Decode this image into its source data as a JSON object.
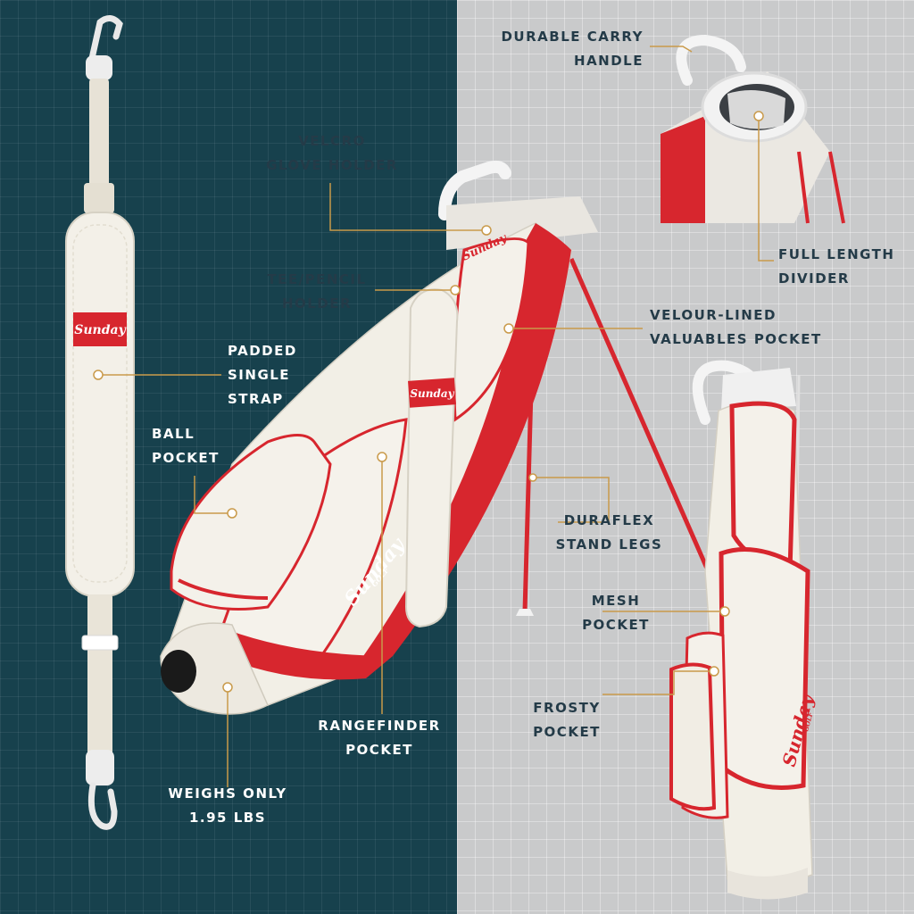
{
  "colors": {
    "dark_panel": "#17414d",
    "light_panel": "#c9cacb",
    "accent_line": "#c99a4a",
    "bag_red": "#d7262e",
    "bag_white": "#f2efe6"
  },
  "brand": {
    "name": "Sunday",
    "sub": "GOLF"
  },
  "callouts": {
    "carry_handle": "DURABLE CARRY\nHANDLE",
    "glove_holder": "VELCRO\nGLOVE HOLDER",
    "tee_holder": "TEE/PENCIL\nHOLDER",
    "divider": "FULL LENGTH\nDIVIDER",
    "valuables_pocket": "VELOUR-LINED\nVALUABLES POCKET",
    "strap": "PADDED\nSINGLE\nSTRAP",
    "ball_pocket": "BALL\nPOCKET",
    "stand_legs": "DURAFLEX\nSTAND LEGS",
    "mesh_pocket": "MESH\nPOCKET",
    "frosty_pocket": "FROSTY\nPOCKET",
    "rangefinder_pocket": "RANGEFINDER\nPOCKET",
    "weight": "WEIGHS ONLY\n1.95 LBS"
  }
}
